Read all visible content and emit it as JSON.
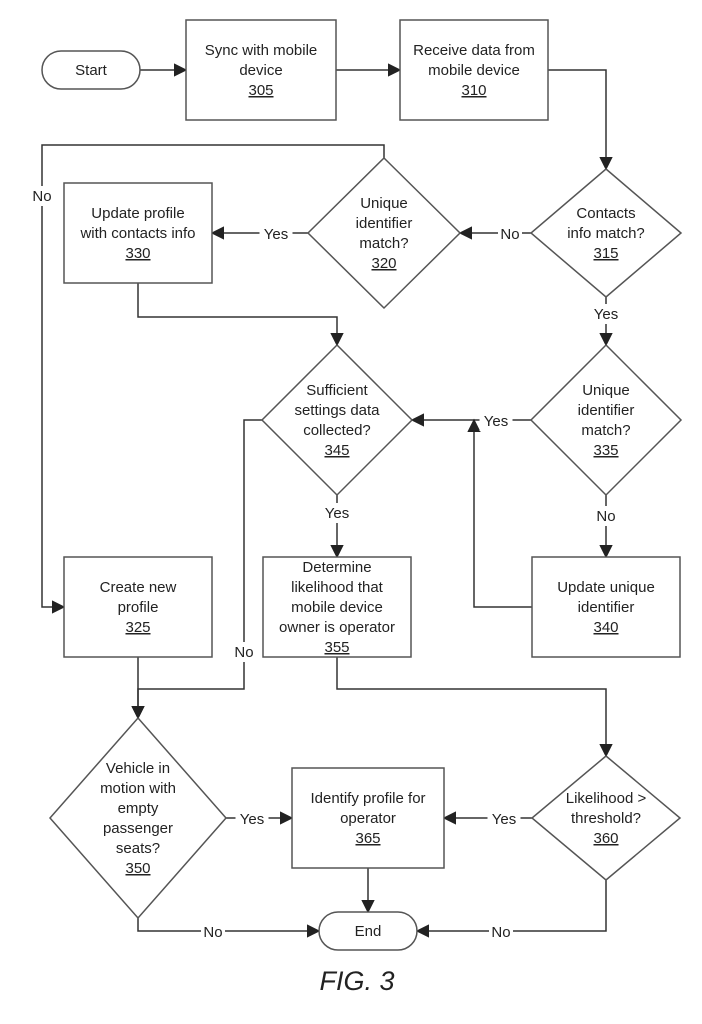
{
  "figure": {
    "caption": "FIG. 3"
  },
  "nodes": {
    "start": {
      "shape": "terminal",
      "lines": [
        "Start"
      ],
      "number": ""
    },
    "n305": {
      "shape": "process",
      "lines": [
        "Sync with mobile",
        "device"
      ],
      "number": "305"
    },
    "n310": {
      "shape": "process",
      "lines": [
        "Receive data from",
        "mobile device"
      ],
      "number": "310"
    },
    "n315": {
      "shape": "decision",
      "lines": [
        "Contacts",
        "info match?"
      ],
      "number": "315"
    },
    "n320": {
      "shape": "decision",
      "lines": [
        "Unique",
        "identifier",
        "match?"
      ],
      "number": "320"
    },
    "n330": {
      "shape": "process",
      "lines": [
        "Update profile",
        "with contacts info"
      ],
      "number": "330"
    },
    "n335": {
      "shape": "decision",
      "lines": [
        "Unique",
        "identifier",
        "match?"
      ],
      "number": "335"
    },
    "n345": {
      "shape": "decision",
      "lines": [
        "Sufficient",
        "settings data",
        "collected?"
      ],
      "number": "345"
    },
    "n340": {
      "shape": "process",
      "lines": [
        "Update unique",
        "identifier"
      ],
      "number": "340"
    },
    "n325": {
      "shape": "process",
      "lines": [
        "Create new",
        "profile"
      ],
      "number": "325"
    },
    "n355": {
      "shape": "process",
      "lines": [
        "Determine",
        "likelihood that",
        "mobile device",
        "owner is operator"
      ],
      "number": "355"
    },
    "n350": {
      "shape": "decision",
      "lines": [
        "Vehicle in",
        "motion with",
        "empty",
        "passenger",
        "seats?"
      ],
      "number": "350"
    },
    "n365": {
      "shape": "process",
      "lines": [
        "Identify profile for",
        "operator"
      ],
      "number": "365"
    },
    "n360": {
      "shape": "decision",
      "lines": [
        "Likelihood >",
        "threshold?"
      ],
      "number": "360"
    },
    "end": {
      "shape": "terminal",
      "lines": [
        "End"
      ],
      "number": ""
    }
  },
  "edges": [
    {
      "from": "start",
      "to": "n305",
      "label": ""
    },
    {
      "from": "n305",
      "to": "n310",
      "label": ""
    },
    {
      "from": "n310",
      "to": "n315",
      "label": ""
    },
    {
      "from": "n315",
      "to": "n320",
      "label": "No"
    },
    {
      "from": "n315",
      "to": "n335",
      "label": "Yes"
    },
    {
      "from": "n320",
      "to": "n330",
      "label": "Yes"
    },
    {
      "from": "n320",
      "to": "n325",
      "label": "No"
    },
    {
      "from": "n330",
      "to": "n345",
      "label": ""
    },
    {
      "from": "n335",
      "to": "n345",
      "label": "Yes"
    },
    {
      "from": "n335",
      "to": "n340",
      "label": "No"
    },
    {
      "from": "n340",
      "to": "n345",
      "label": ""
    },
    {
      "from": "n345",
      "to": "n355",
      "label": "Yes"
    },
    {
      "from": "n345",
      "to": "n350",
      "label": "No"
    },
    {
      "from": "n325",
      "to": "n350",
      "label": ""
    },
    {
      "from": "n355",
      "to": "n360",
      "label": ""
    },
    {
      "from": "n360",
      "to": "n365",
      "label": "Yes"
    },
    {
      "from": "n360",
      "to": "end",
      "label": "No"
    },
    {
      "from": "n350",
      "to": "n365",
      "label": "Yes"
    },
    {
      "from": "n350",
      "to": "end",
      "label": "No"
    },
    {
      "from": "n365",
      "to": "end",
      "label": ""
    }
  ]
}
